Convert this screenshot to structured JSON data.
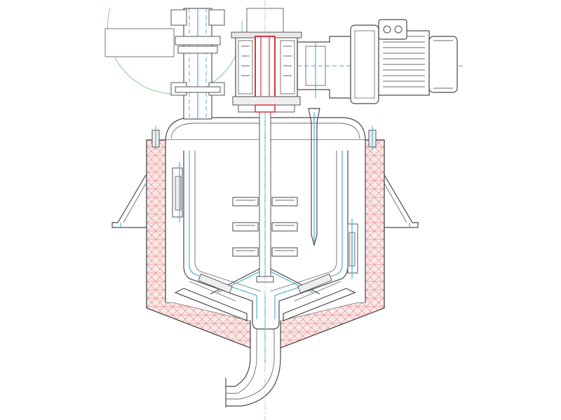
{
  "diagram": {
    "components": [
      {
        "id": "vessel-body",
        "icon": "vessel-icon"
      },
      {
        "id": "insulation-jacket",
        "icon": "insulation-icon"
      },
      {
        "id": "heating-jacket",
        "icon": "jacket-icon"
      },
      {
        "id": "agitator-shaft",
        "icon": "shaft-icon"
      },
      {
        "id": "agitator-blades",
        "icon": "blade-icon"
      },
      {
        "id": "gearbox",
        "icon": "gearbox-icon"
      },
      {
        "id": "motor",
        "icon": "motor-icon"
      },
      {
        "id": "inlet-pipe",
        "icon": "pipe-icon"
      },
      {
        "id": "thermowell",
        "icon": "thermowell-icon"
      },
      {
        "id": "support-legs",
        "icon": "leg-icon"
      },
      {
        "id": "bottom-outlet",
        "icon": "outlet-icon"
      },
      {
        "id": "detail-circle",
        "icon": "circle-icon"
      }
    ],
    "colors": {
      "outline": "#4a4a4a",
      "jacket_line": "#3fa9c9",
      "insulation_fill": "#f7e1e1",
      "insulation_hatch": "#e88a8a",
      "shaft_highlight": "#d9333b",
      "detail_circle": "#8fd08f"
    }
  }
}
